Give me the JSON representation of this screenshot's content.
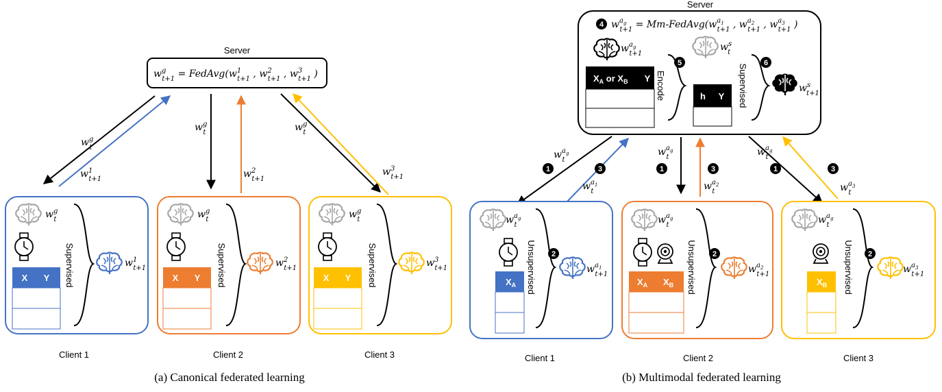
{
  "colors": {
    "blue": "#4472C4",
    "orange": "#ED7D31",
    "yellow": "#FFC000",
    "gray": "#A6A6A6",
    "black": "#000000"
  },
  "icons": [
    "brain-icon",
    "watch-icon",
    "camera-icon"
  ],
  "left": {
    "server_title": "Server",
    "server_formula": "w^g_{t+1} = FedAvg(w^1_{t+1}, w^2_{t+1}, w^3_{t+1})",
    "clients": [
      {
        "name": "Client 1",
        "columns": [
          "X",
          "Y"
        ],
        "label": "Supervised",
        "out": "w^1_{t+1}",
        "color": "blue"
      },
      {
        "name": "Client 2",
        "columns": [
          "X",
          "Y"
        ],
        "label": "Supervised",
        "out": "w^2_{t+1}",
        "color": "orange"
      },
      {
        "name": "Client 3",
        "columns": [
          "X",
          "Y"
        ],
        "label": "Supervised",
        "out": "w^3_{t+1}",
        "color": "yellow"
      }
    ],
    "caption": "(a) Canonical federated learning"
  },
  "right": {
    "server_title": "Server",
    "server_formula": "w^{a_g}_{t+1} = Mm-FedAvg(w^{a_1}_{t+1}, w^{a_2}_{t+1}, w^{a_3}_{t+1})",
    "server_table1": [
      "X_A or X_B",
      "Y"
    ],
    "server_table2": [
      "h",
      "Y"
    ],
    "encode_label": "Encode",
    "supervised_label": "Supervised",
    "steps": [
      "1",
      "2",
      "3",
      "4",
      "5",
      "6"
    ],
    "clients": [
      {
        "name": "Client 1",
        "columns": [
          "X_A"
        ],
        "label": "Unsupervised",
        "out": "w^{a_1}_{t+1}",
        "color": "blue"
      },
      {
        "name": "Client 2",
        "columns": [
          "X_A",
          "X_B"
        ],
        "label": "Unsupervised",
        "out": "w^{a_2}_{t+1}",
        "color": "orange"
      },
      {
        "name": "Client 3",
        "columns": [
          "X_B"
        ],
        "label": "Unsupervised",
        "out": "w^{a_3}_{t+1}",
        "color": "yellow"
      }
    ],
    "caption": "(b) Multimodal federated learning"
  }
}
